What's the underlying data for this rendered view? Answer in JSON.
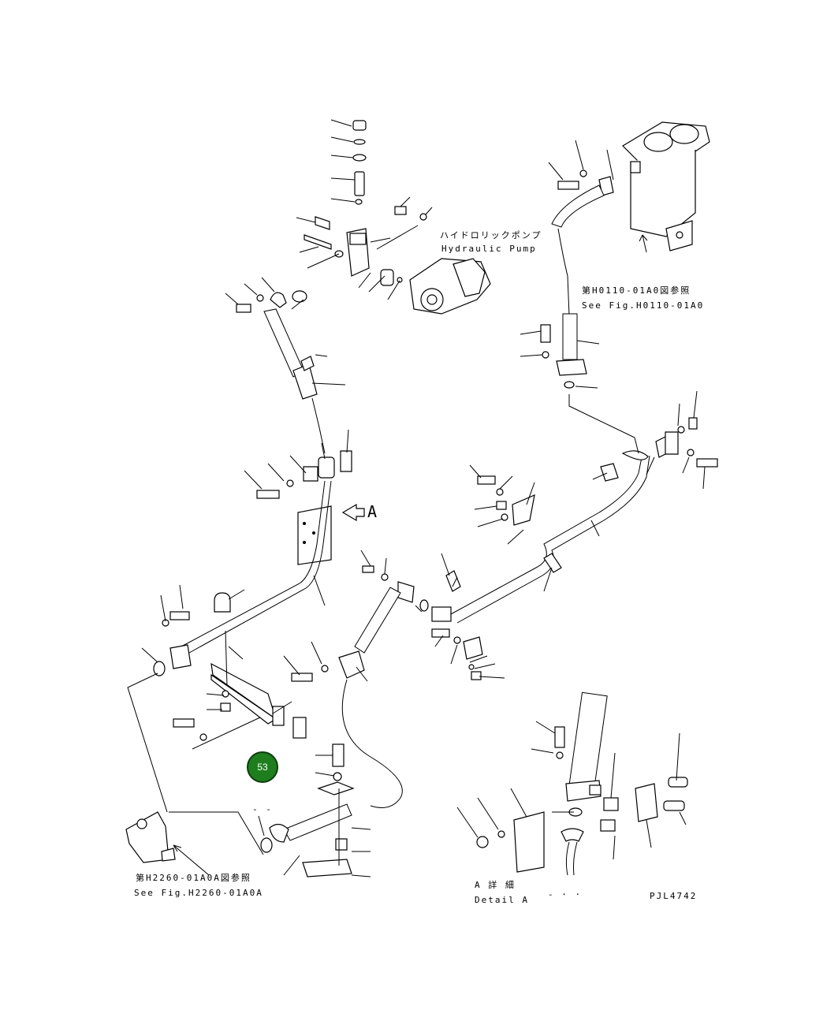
{
  "labels": {
    "pump_jp": "ハイドロリックポンプ",
    "pump_en": "Hydraulic Pump",
    "ref_top_jp": "第H0110-01A0図参照",
    "ref_top_en": "See Fig.H0110-01A0",
    "ref_bottom_jp": "第H2260-01A0A図参照",
    "ref_bottom_en": "See Fig.H2260-01A0A",
    "detail_jp": "A 詳 細",
    "detail_en": "Detail A",
    "view_arrow": "A",
    "drawing_number": "PJL4742",
    "dash_pair": "- -",
    "dash_triple": "- · ·"
  },
  "callout": {
    "number": "53",
    "color": "#1e7e1e"
  }
}
